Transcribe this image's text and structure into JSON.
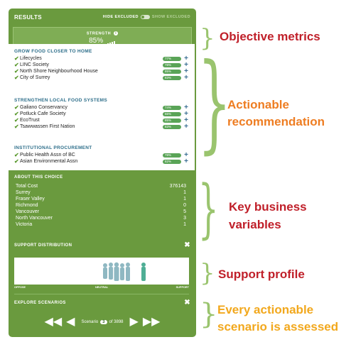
{
  "results": {
    "title": "RESULTS",
    "hide_label": "HIDE EXCLUDED",
    "show_label": "SHOW EXCLUDED",
    "strength_label": "STRENGTH",
    "strength_value": "85%"
  },
  "groups": [
    {
      "title": "GROW FOOD CLOSER TO HOME",
      "items": [
        {
          "name": "Lifecycles",
          "pct": "77%"
        },
        {
          "name": "LINC Society",
          "pct": "78%"
        },
        {
          "name": "North Shore Neighbourhood House",
          "pct": "85%"
        },
        {
          "name": "City of Surrey",
          "pct": "83%"
        }
      ]
    },
    {
      "title": "STRENGTHEN LOCAL FOOD SYSTEMS",
      "items": [
        {
          "name": "Galiano Conservancy",
          "pct": "74%"
        },
        {
          "name": "Potluck Cafe Society",
          "pct": "66%"
        },
        {
          "name": "EcoTrust",
          "pct": "85%"
        },
        {
          "name": "Tsawwassen First Nation",
          "pct": "83%"
        }
      ]
    },
    {
      "title": "INSTITUTIONAL PROCUREMENT",
      "items": [
        {
          "name": "Public Health Assn of BC",
          "pct": "78%"
        },
        {
          "name": "Asian Environmental Assn",
          "pct": "82%"
        }
      ]
    }
  ],
  "about": {
    "title": "ABOUT THIS CHOICE",
    "rows": [
      {
        "k": "Total Cost",
        "v": "376143"
      },
      {
        "k": "Surrey",
        "v": "1"
      },
      {
        "k": "Fraser Valley",
        "v": "1"
      },
      {
        "k": "Richmond",
        "v": "0"
      },
      {
        "k": "Vancouver",
        "v": "5"
      },
      {
        "k": "North Vancouver",
        "v": "3"
      },
      {
        "k": "Victoria",
        "v": "1"
      }
    ]
  },
  "support": {
    "title": "SUPPORT DISTRIBUTION",
    "close": "✖",
    "oppose": "OPPOSE",
    "neutral": "NEUTRAL",
    "support": "SUPPORT"
  },
  "explore": {
    "title": "EXPLORE SCENARIOS",
    "close": "✖",
    "scenario_label": "Scenario",
    "scenario_num": "3",
    "of_label": "of 3898"
  },
  "annotations": {
    "objective": "Objective metrics",
    "actionable_1": "Actionable",
    "actionable_2": "recommendation",
    "key_1": "Key business",
    "key_2": "variables",
    "support_profile": "Support profile",
    "every_1": "Every actionable",
    "every_2": "scenario is assessed"
  },
  "colors": {
    "panel": "#6a9a3e",
    "objective": "#c0202a",
    "actionable": "#ee7d22",
    "key": "#c0202a",
    "support": "#c0202a",
    "every": "#f2a81d",
    "brace": "#9ac46e"
  },
  "icons": [
    "info-icon",
    "checkmark-icon",
    "plus-icon",
    "close-icon",
    "first-arrow-icon",
    "prev-arrow-icon",
    "next-arrow-icon",
    "last-arrow-icon"
  ]
}
